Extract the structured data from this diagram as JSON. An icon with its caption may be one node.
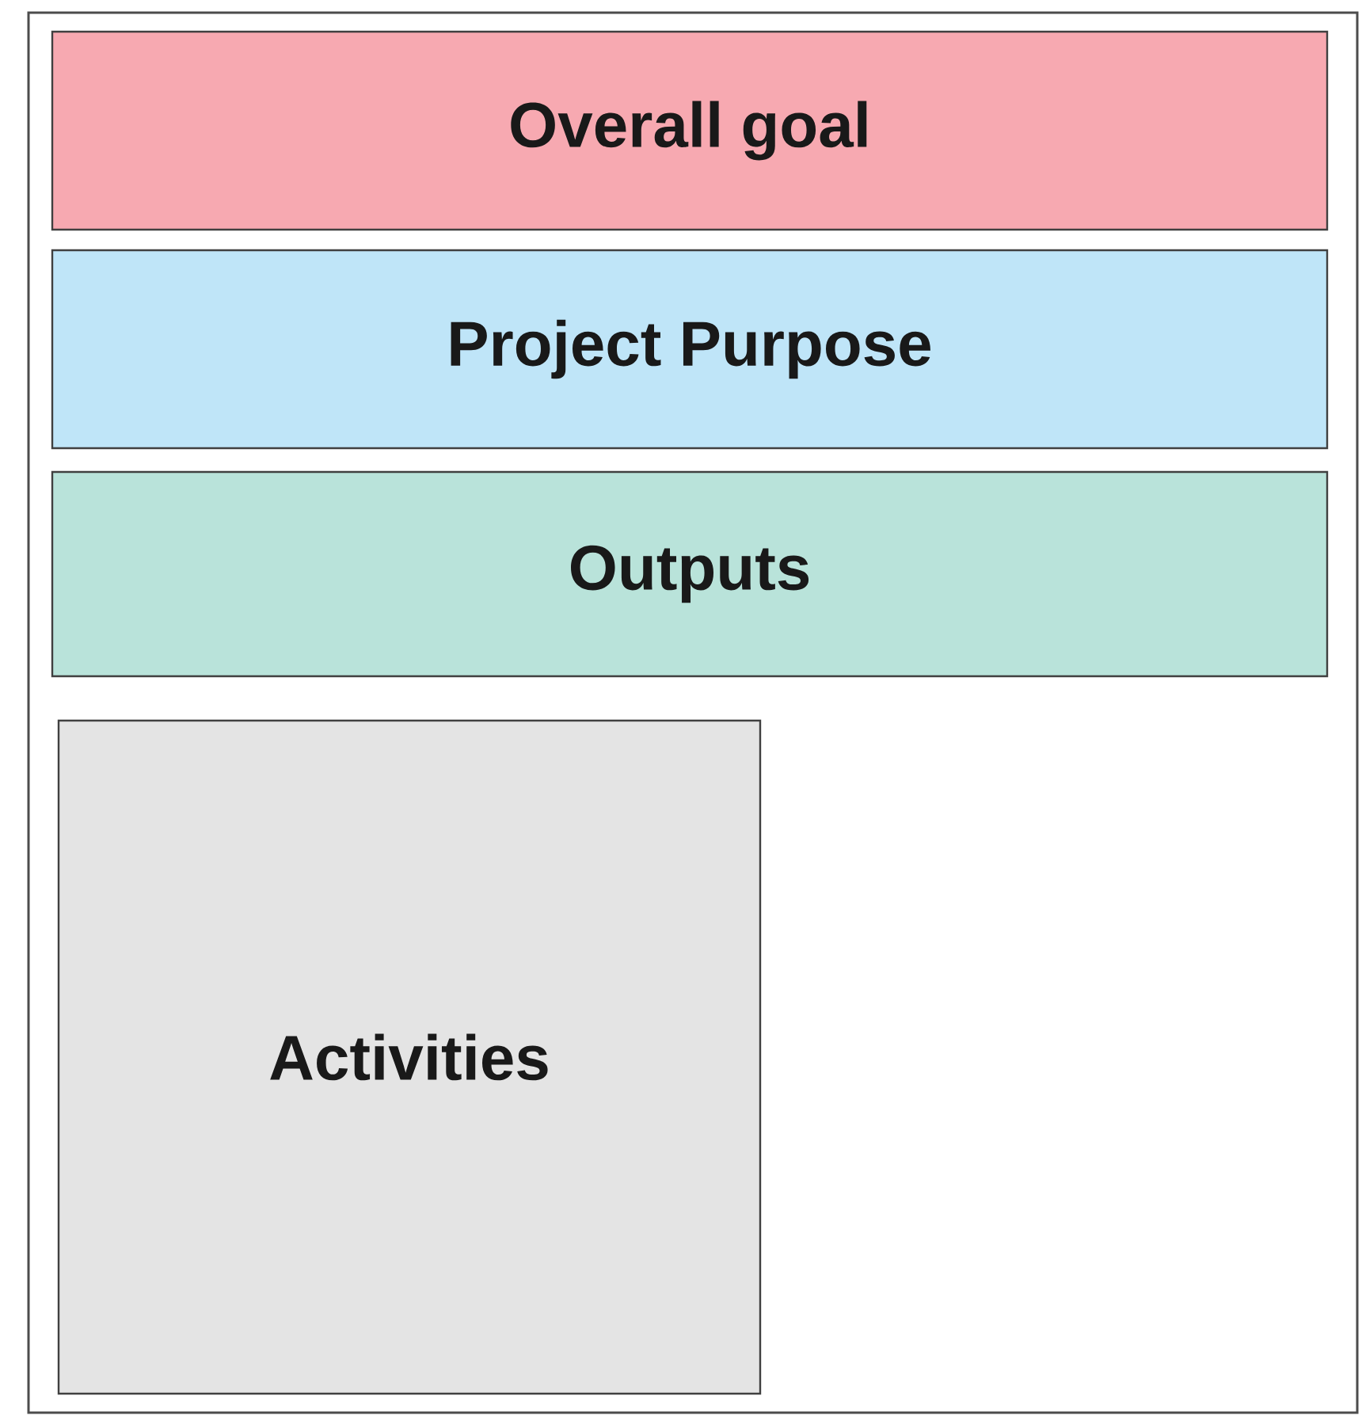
{
  "diagram": {
    "nodes": [
      {
        "text": [
          "Overall goal"
        ]
      },
      {
        "text": [
          "Project Purpose"
        ]
      },
      {
        "text": [
          "Outputs"
        ]
      },
      {
        "text": [
          "Activities"
        ]
      }
    ]
  }
}
